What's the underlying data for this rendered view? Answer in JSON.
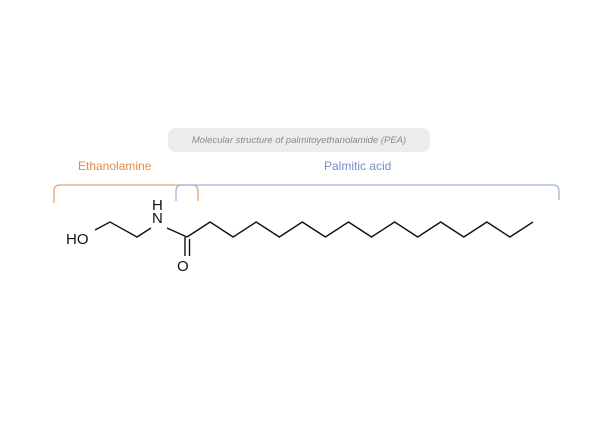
{
  "title": "Molecular structure of palmitoyethanolamide (PEA)",
  "groups": {
    "ethanolamine": {
      "label": "Ethanolamine",
      "color": "#e8884a"
    },
    "palmitic_acid": {
      "label": "Palmitic acid",
      "color": "#7190cc"
    }
  },
  "atoms": {
    "hydroxyl": "HO",
    "nitrogen": "N",
    "hydrogen": "H",
    "oxygen": "O"
  },
  "chain_carbons_after_carbonyl": 15
}
